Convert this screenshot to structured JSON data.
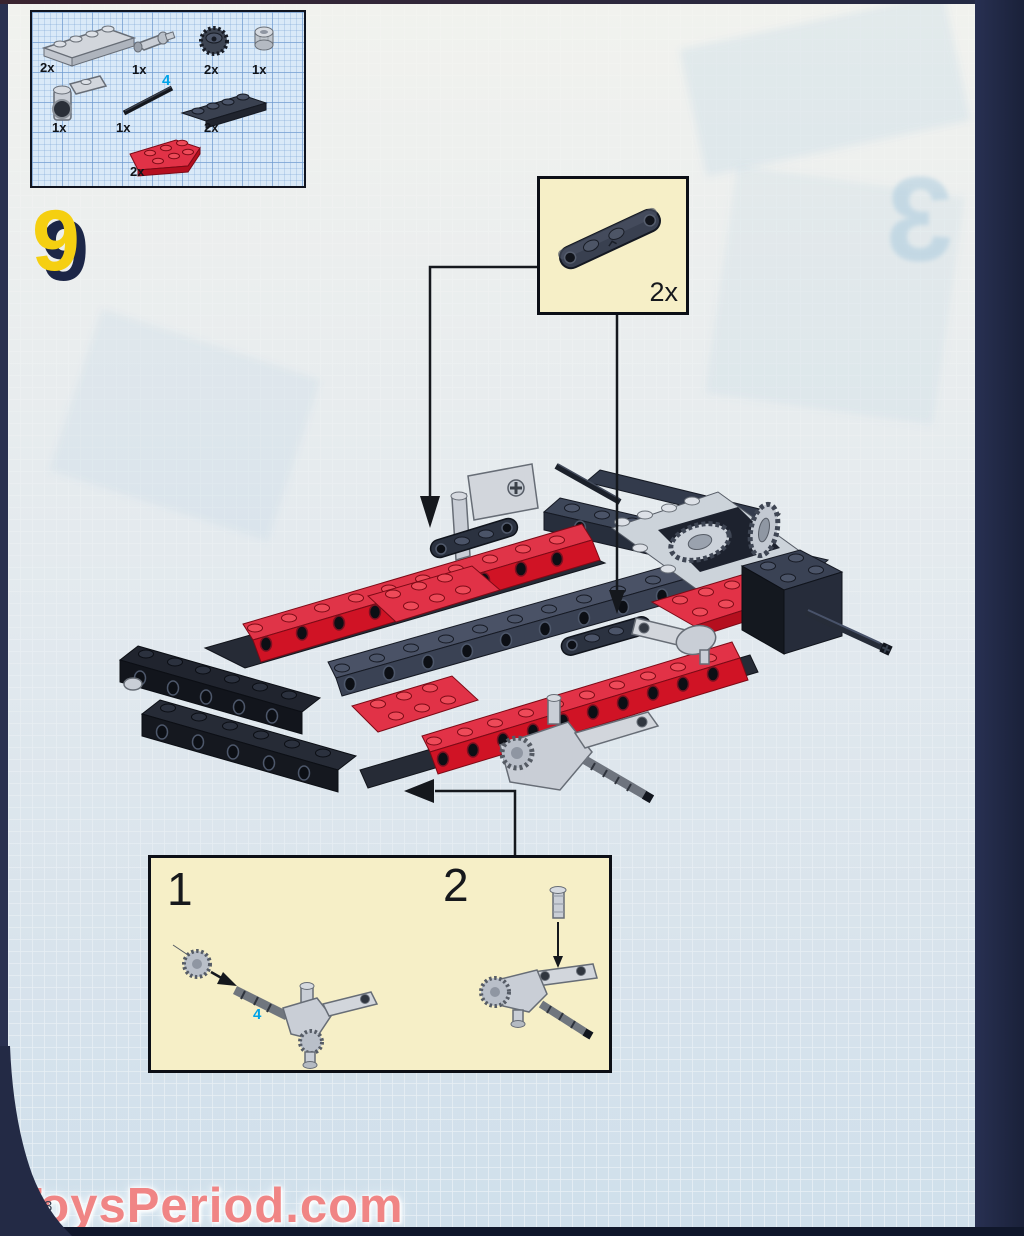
{
  "page": {
    "step_number": "9",
    "page_number": "3"
  },
  "watermark": {
    "text": "ToysPeriod.com"
  },
  "parts_box": {
    "parts": [
      {
        "part": "plate-1x4-light-gray",
        "count": "2x"
      },
      {
        "part": "axle-pin-connector",
        "count": "1x"
      },
      {
        "part": "bevel-gear",
        "count": "2x"
      },
      {
        "part": "bushing",
        "count": "1x"
      },
      {
        "part": "steering-arm-with-socket",
        "count": "1x"
      },
      {
        "part": "axle-4",
        "count": "1x",
        "axle_length_label": "4"
      },
      {
        "part": "technic-plate-1x4-dark",
        "count": "2x"
      },
      {
        "part": "wedge-plate-red",
        "count": "2x"
      }
    ]
  },
  "callout": {
    "part": "technic-plate-1x4-dark",
    "count": "2x"
  },
  "substeps": {
    "steps": [
      {
        "label": "1",
        "axle_length_label": "4"
      },
      {
        "label": "2"
      }
    ]
  },
  "ghost": {
    "numeral": "3"
  },
  "colors": {
    "red": "#d01325",
    "yellow": "#f5cf11",
    "navy": "#1c2647",
    "cream": "#f6efc7",
    "cyan": "#00a3e8",
    "watermark_pink": "#f08585"
  }
}
